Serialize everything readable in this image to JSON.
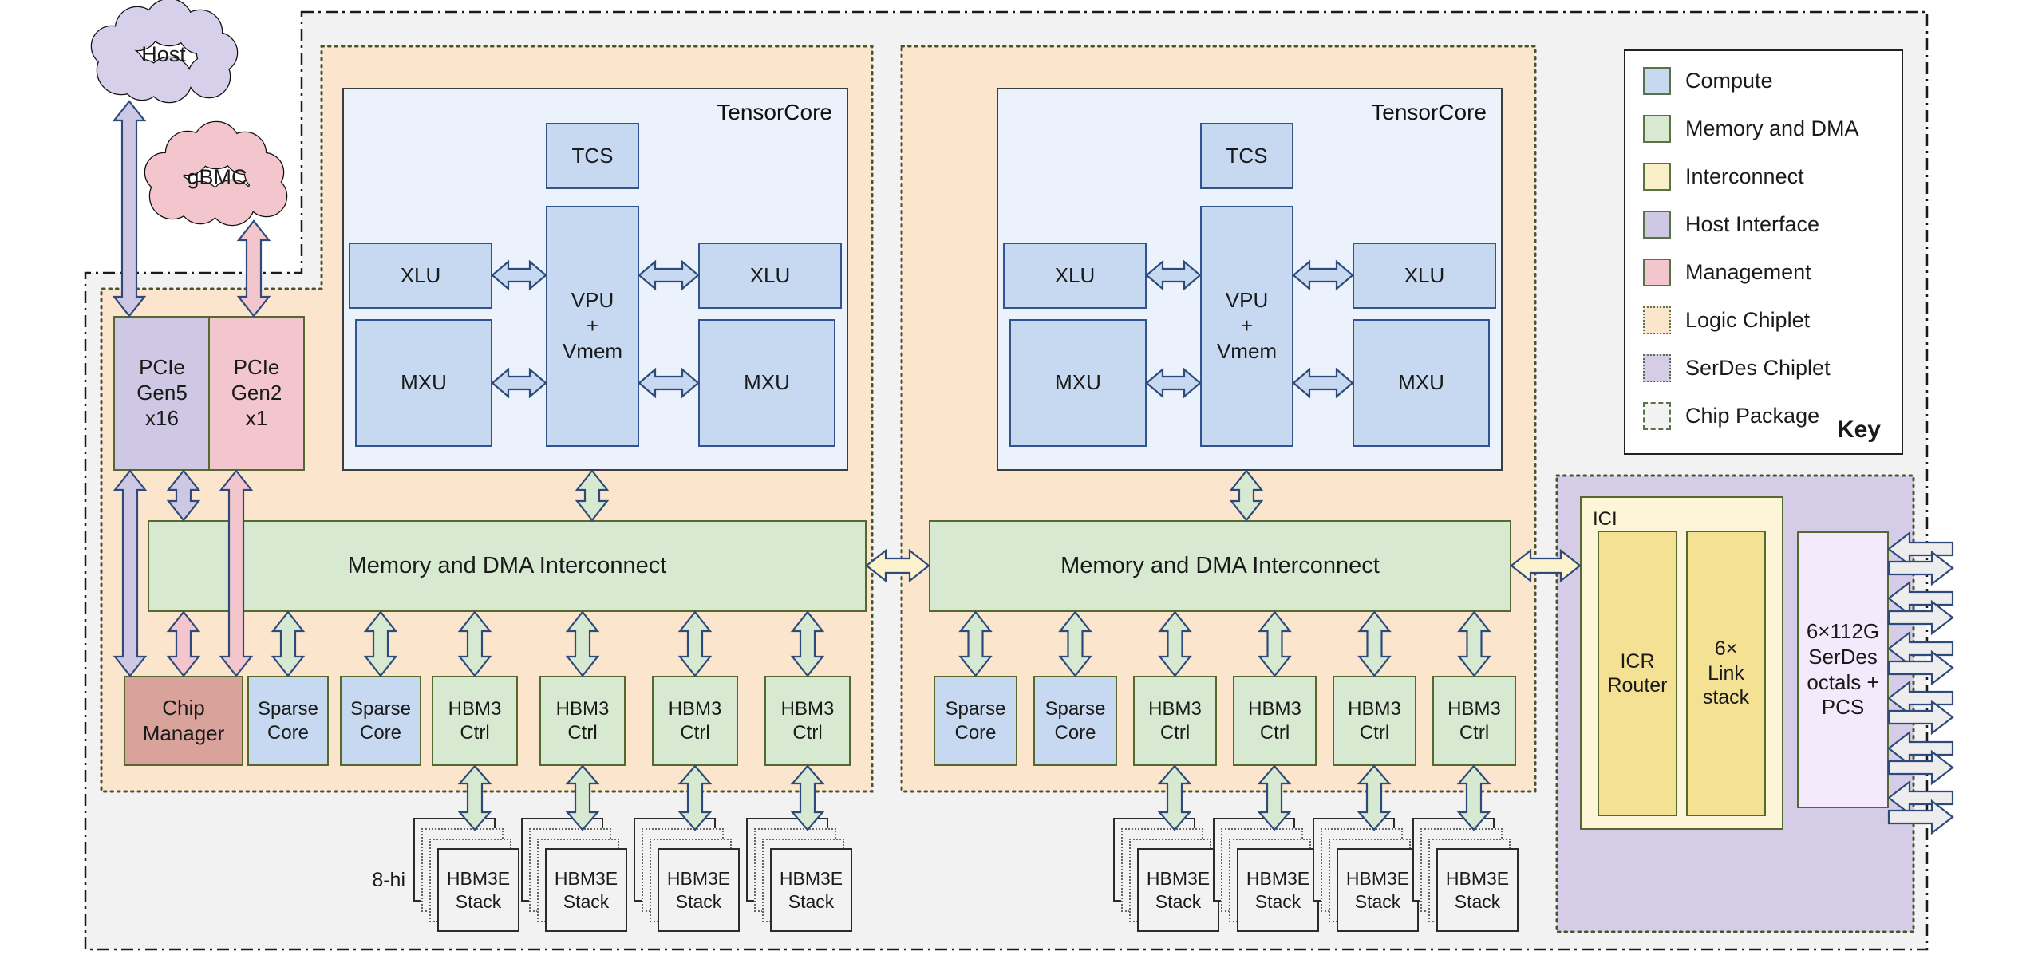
{
  "clouds": {
    "host_label": "Host",
    "gbmc_label": "gBMC"
  },
  "host_interface": {
    "pcie_gen5_lines": [
      "PCIe",
      "Gen5",
      "x16"
    ],
    "pcie_gen2_lines": [
      "PCIe",
      "Gen2",
      "x1"
    ]
  },
  "tensorcore": {
    "title": "TensorCore",
    "tcs_label": "TCS",
    "xlu_label": "XLU",
    "mxu_label": "MXU",
    "vpu_lines": [
      "VPU",
      "+",
      "Vmem"
    ]
  },
  "memory": {
    "interconnect_label": "Memory and DMA Interconnect",
    "hbm3_ctrl_lines": [
      "HBM3",
      "Ctrl"
    ],
    "hbm3e_stack_lines": [
      "HBM3E",
      "Stack"
    ],
    "stack_height_label": "8-hi"
  },
  "management": {
    "chip_manager_lines": [
      "Chip",
      "Manager"
    ]
  },
  "compute": {
    "sparse_core_lines": [
      "Sparse",
      "Core"
    ]
  },
  "ici": {
    "title": "ICI",
    "icr_router_lines": [
      "ICR",
      "Router"
    ],
    "link_stack_lines": [
      "6×",
      "Link",
      "stack"
    ]
  },
  "serdes": {
    "octals_lines": [
      "6×112G",
      "SerDes",
      "octals +",
      "PCS"
    ]
  },
  "legend": {
    "title": "Key",
    "items": [
      {
        "label": "Compute",
        "color": "#c6d9f0",
        "border": "solid"
      },
      {
        "label": "Memory and DMA",
        "color": "#d7e9d1",
        "border": "solid"
      },
      {
        "label": "Interconnect",
        "color": "#faf0c8",
        "border": "solid"
      },
      {
        "label": "Host Interface",
        "color": "#cfc8e4",
        "border": "solid"
      },
      {
        "label": "Management",
        "color": "#f3c6cd",
        "border": "solid"
      },
      {
        "label": "Logic Chiplet",
        "color": "#fbe5cc",
        "border": "dotted"
      },
      {
        "label": "SerDes Chiplet",
        "color": "#d5cde7",
        "border": "dotted"
      },
      {
        "label": "Chip Package",
        "color": "#f2f2f2",
        "border": "dashdot"
      }
    ]
  },
  "colors": {
    "compute": "#c6d9f0",
    "memory_dma": "#d7e9d1",
    "interconnect": "#faf0c8",
    "host_interface": "#cfc8e4",
    "management": "#f3c6cd",
    "logic_chiplet": "#fbe5cc",
    "serdes_chiplet": "#d5cde7",
    "chip_package": "#f2f2f2",
    "arrow_outline": "#2e4a7a",
    "box_outline_olive": "#55682e"
  }
}
